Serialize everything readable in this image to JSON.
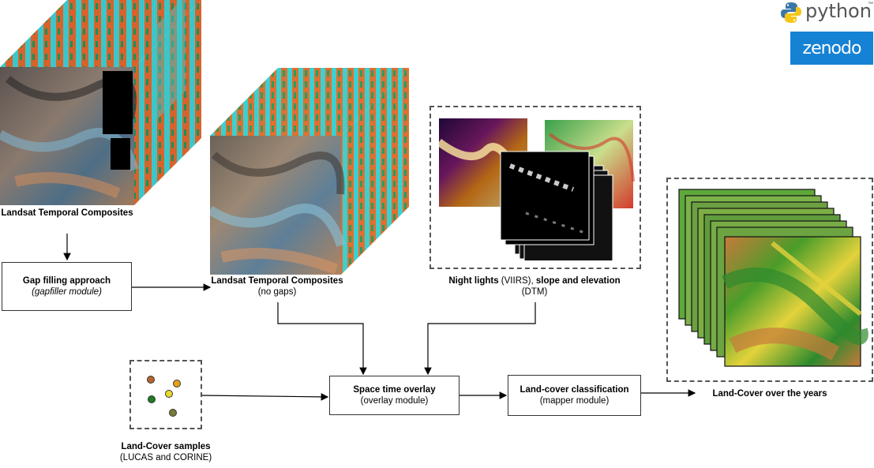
{
  "diagram": {
    "landsat_input_label": {
      "bold": "Landsat Temporal Composites",
      "rest": ""
    },
    "gap_filling": {
      "title": "Gap filling approach",
      "subtitle": "(gapfiller module)"
    },
    "landsat_nogaps_label": {
      "bold": "Landsat Temporal Composites",
      "rest": " (no gaps)"
    },
    "covariates_label": {
      "bold1": "Night lights",
      "mid": " (VIIRS), ",
      "bold2": "slope and elevation",
      "rest": "(DTM)"
    },
    "samples_label": {
      "bold": "Land-Cover samples",
      "rest": "(LUCAS and CORINE)"
    },
    "overlay": {
      "title": "Space time overlay",
      "subtitle": "(overlay module)"
    },
    "classification": {
      "title": "Land-cover classification",
      "subtitle": "(mapper module)"
    },
    "output_label": "Land-Cover over the years",
    "sample_point_colors": [
      "#b5652f",
      "#e2a21a",
      "#ecd82c",
      "#1e7d1e",
      "#7a7a3a"
    ]
  },
  "logos": {
    "python": {
      "text": "python",
      "tm": "™"
    },
    "zenodo": {
      "text": "zenodo",
      "color": "#1682d4"
    }
  }
}
